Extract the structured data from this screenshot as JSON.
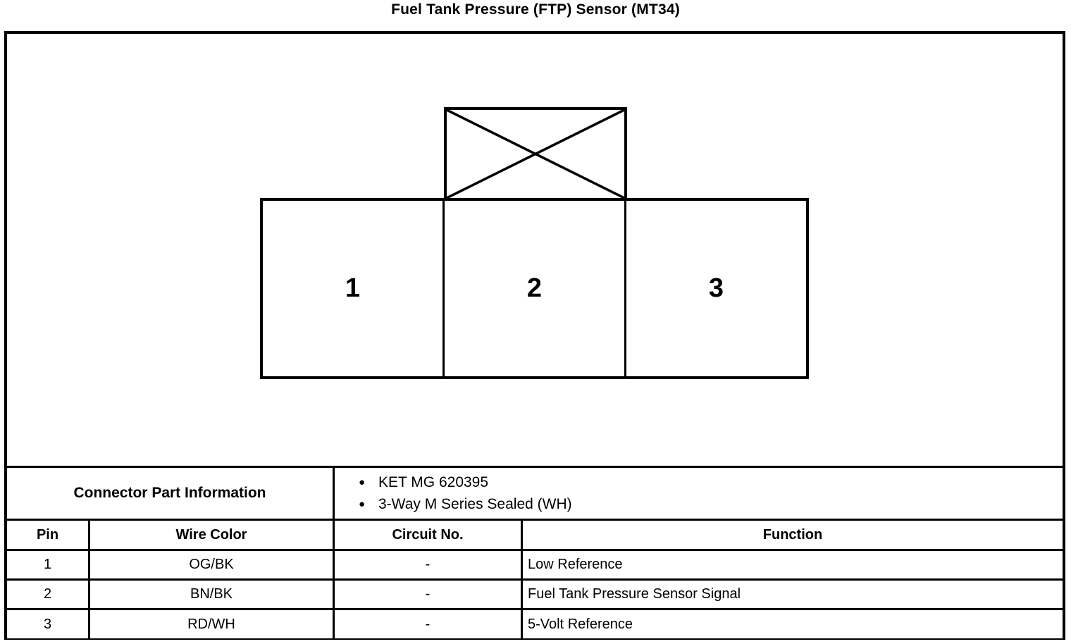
{
  "title": "Fuel Tank Pressure (FTP) Sensor (MT34)",
  "connector_diagram": {
    "cavity_labels": [
      "1",
      "2",
      "3"
    ],
    "keyway_symbol": "crossed-box"
  },
  "info_table": {
    "part_info_label": "Connector Part Information",
    "part_info_items": [
      "KET MG 620395",
      "3-Way M Series Sealed (WH)"
    ],
    "bullet_glyph": "●",
    "columns": [
      "Pin",
      "Wire Color",
      "Circuit No.",
      "Function"
    ],
    "rows": [
      [
        "1",
        "OG/BK",
        "-",
        "Low Reference"
      ],
      [
        "2",
        "BN/BK",
        "-",
        "Fuel Tank Pressure Sensor Signal"
      ],
      [
        "3",
        "RD/WH",
        "-",
        "5-Volt Reference"
      ]
    ]
  },
  "colors": {
    "line": "#000000",
    "background": "#ffffff",
    "text": "#000000"
  }
}
